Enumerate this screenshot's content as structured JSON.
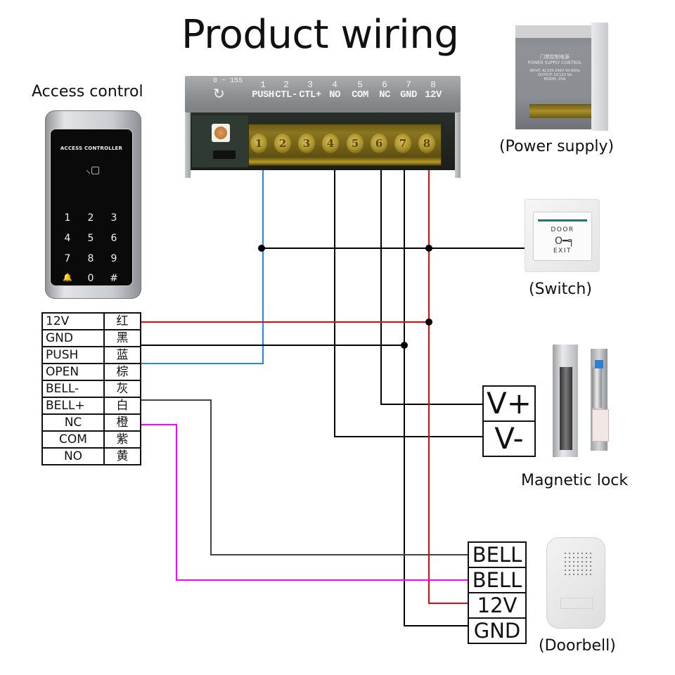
{
  "title": "Product wiring",
  "captions": {
    "access_control": "Access control",
    "power_supply": "(Power supply)",
    "switch": "(Switch)",
    "magnetic_lock": "Magnetic lock",
    "doorbell": "(Doorbell)"
  },
  "controller_board": {
    "timer_label": "0 ~ 15S",
    "timer_icon": "rotate-adjust-icon",
    "terminals": [
      {
        "num": "1",
        "label": "PUSH"
      },
      {
        "num": "2",
        "label": "CTL-"
      },
      {
        "num": "3",
        "label": "CTL+"
      },
      {
        "num": "4",
        "label": "NO"
      },
      {
        "num": "5",
        "label": "COM"
      },
      {
        "num": "6",
        "label": "NC"
      },
      {
        "num": "7",
        "label": "GND"
      },
      {
        "num": "8",
        "label": "12V"
      }
    ]
  },
  "keypad": {
    "brand": "ACCESS CONTROLLER",
    "rfid_icon": "rfid-card-icon",
    "keys": [
      "1",
      "2",
      "3",
      "4",
      "5",
      "6",
      "7",
      "8",
      "9",
      "🔔",
      "0",
      "#"
    ]
  },
  "pin_table": [
    {
      "signal": "12V",
      "color": "红"
    },
    {
      "signal": "GND",
      "color": "黑"
    },
    {
      "signal": "PUSH",
      "color": "蓝"
    },
    {
      "signal": "OPEN",
      "color": "棕"
    },
    {
      "signal": "BELL-",
      "color": "灰"
    },
    {
      "signal": "BELL+",
      "color": "白"
    },
    {
      "signal": "NC",
      "color": "橙"
    },
    {
      "signal": "COM",
      "color": "紫"
    },
    {
      "signal": "NO",
      "color": "黄"
    }
  ],
  "lock_terminals": [
    "V+",
    "V-"
  ],
  "bell_terminals": [
    "BELL",
    "BELL",
    "12V",
    "GND"
  ],
  "power_supply_photo": {
    "title_cn": "门禁控制电源",
    "title_en": "POWER SUPPLY CONTROL",
    "spec_lines": [
      "INPUT: AC100-240V 50-60Hz",
      "OUTPUT: DC12V 5A",
      "MODEL: P5A"
    ]
  },
  "switch_photo": {
    "line1": "DOOR",
    "line2": "EXIT",
    "icon": "key-icon"
  },
  "wire_colors": {
    "red": "#ff0000",
    "black": "#000000",
    "blue": "#1e88ff",
    "gray": "#444444",
    "magenta": "#ff00ff"
  }
}
